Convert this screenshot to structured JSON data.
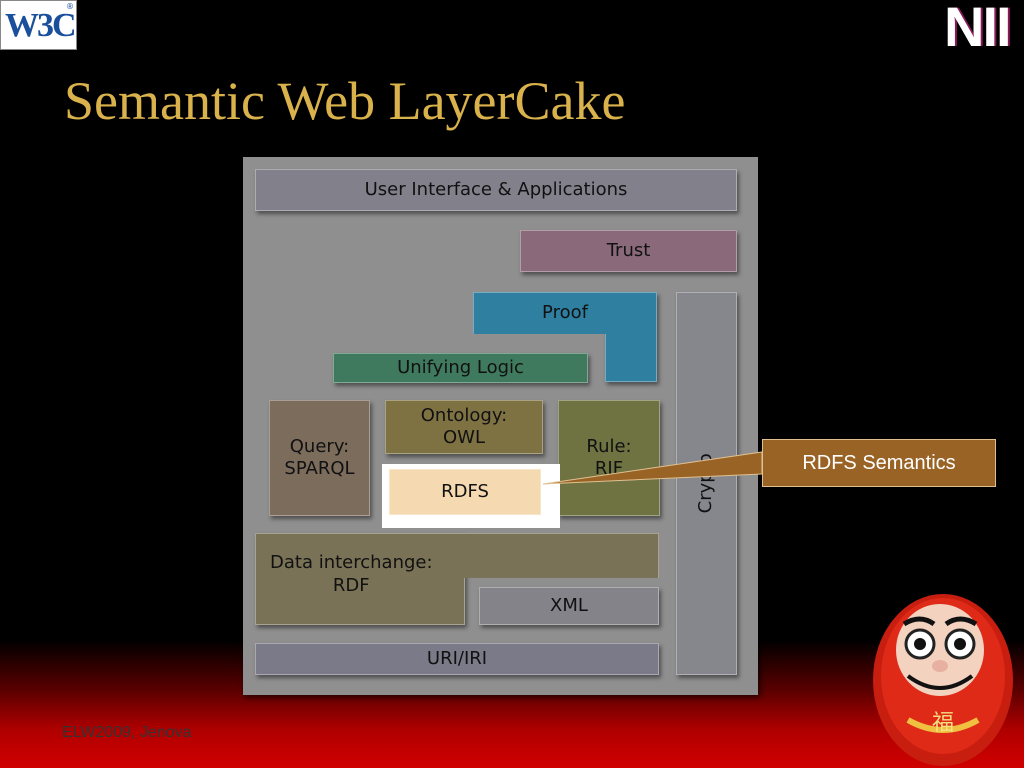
{
  "logos": {
    "w3c": "W3C",
    "w3c_mark": "®",
    "nii": "NII"
  },
  "slide": {
    "title": "Semantic Web LayerCake",
    "footer": "ELW2009, Jenova"
  },
  "layers": {
    "ui": "User Interface & Applications",
    "trust": "Trust",
    "proof": "Proof",
    "logic": "Unifying Logic",
    "crypto": "Crypto",
    "query_line1": "Query:",
    "query_line2": "SPARQL",
    "ontology_line1": "Ontology:",
    "ontology_line2": "OWL",
    "rule_line1": "Rule:",
    "rule_line2": "RIF",
    "rdfs": "RDFS",
    "data_line1": "Data interchange:",
    "data_line2": "RDF",
    "xml": "XML",
    "uri": "URI/IRI"
  },
  "callout": {
    "label": "RDFS Semantics",
    "color": "#9a6326"
  },
  "colors": {
    "title": "#d9b24c",
    "highlight": "#f5d9b0"
  },
  "icons": {
    "mascot": "daruma-doll"
  }
}
